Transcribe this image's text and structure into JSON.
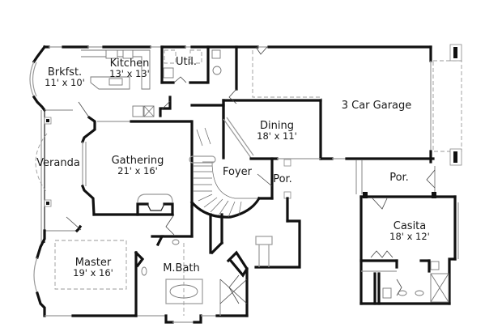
{
  "floor_plan": {
    "rooms": [
      {
        "id": "brkfst",
        "name": "Brkfst.",
        "dims": "11' x 10'"
      },
      {
        "id": "kitchen",
        "name": "Kitchen",
        "dims": "13' x 13'"
      },
      {
        "id": "util",
        "name": "Util.",
        "dims": ""
      },
      {
        "id": "garage",
        "name": "3 Car Garage",
        "dims": ""
      },
      {
        "id": "dining",
        "name": "Dining",
        "dims": "18' x 11'"
      },
      {
        "id": "veranda",
        "name": "Veranda",
        "dims": ""
      },
      {
        "id": "gathering",
        "name": "Gathering",
        "dims": "21' x 16'"
      },
      {
        "id": "foyer",
        "name": "Foyer",
        "dims": ""
      },
      {
        "id": "porch-front",
        "name": "Por.",
        "dims": ""
      },
      {
        "id": "porch-casita",
        "name": "Por.",
        "dims": ""
      },
      {
        "id": "casita",
        "name": "Casita",
        "dims": "18' x 12'"
      },
      {
        "id": "master",
        "name": "Master",
        "dims": "19' x 16'"
      },
      {
        "id": "mbath",
        "name": "M.Bath",
        "dims": ""
      }
    ],
    "colors": {
      "wall": "#111111",
      "fixture_line": "#777777",
      "background": "#ffffff"
    }
  }
}
